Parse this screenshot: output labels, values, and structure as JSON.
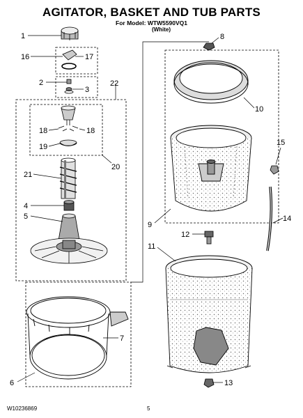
{
  "header": {
    "title": "AGITATOR, BASKET AND TUB PARTS",
    "subtitle": "For Model: WTW5590VQ1",
    "variant": "(White)"
  },
  "footer": {
    "part_number": "W10236869",
    "page_number": "5"
  },
  "callouts": {
    "c1": "1",
    "c16": "16",
    "c17": "17",
    "c2": "2",
    "c3": "3",
    "c22": "22",
    "c18a": "18",
    "c18b": "18",
    "c19": "19",
    "c20": "20",
    "c21": "21",
    "c4": "4",
    "c5": "5",
    "c6": "6",
    "c7": "7",
    "c8": "8",
    "c10": "10",
    "c9": "9",
    "c15": "15",
    "c14": "14",
    "c12": "12",
    "c11": "11",
    "c13": "13"
  },
  "colors": {
    "line": "#000000",
    "shading": "#555555",
    "background": "#ffffff"
  }
}
